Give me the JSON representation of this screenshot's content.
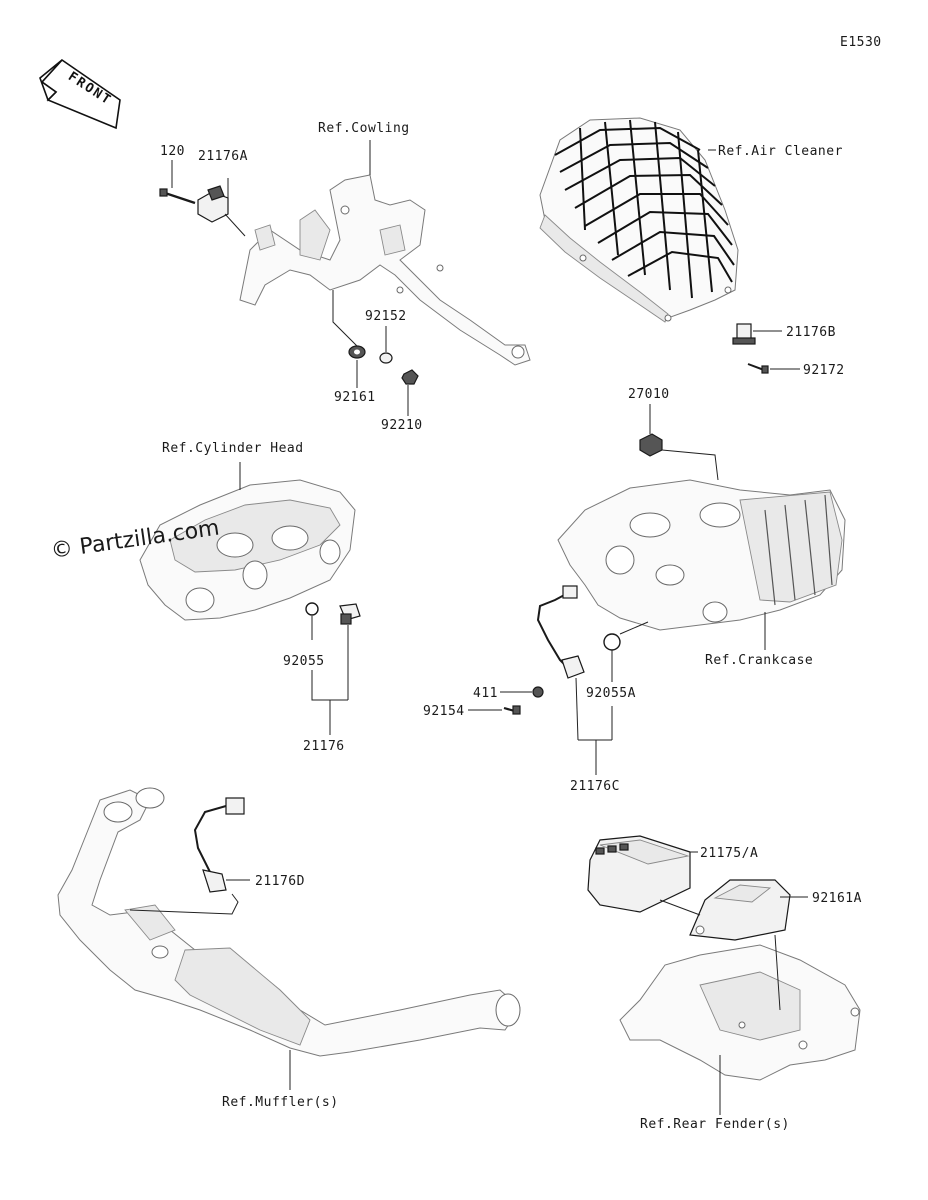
{
  "diagram_code": "E1530",
  "front_arrow_label": "FRONT",
  "watermark": "© Partzilla.com",
  "references": {
    "cowling": "Ref.Cowling",
    "air_cleaner": "Ref.Air Cleaner",
    "cylinder_head": "Ref.Cylinder Head",
    "crankcase": "Ref.Crankcase",
    "mufflers": "Ref.Muffler(s)",
    "rear_fenders": "Ref.Rear Fender(s)"
  },
  "parts": {
    "p120": "120",
    "p21176A": "21176A",
    "p92152": "92152",
    "p92161": "92161",
    "p92210": "92210",
    "p21176B": "21176B",
    "p92172": "92172",
    "p27010": "27010",
    "p92055": "92055",
    "p21176": "21176",
    "p411": "411",
    "p92154": "92154",
    "p92055A": "92055A",
    "p21176C": "21176C",
    "p21176D": "21176D",
    "p21175A": "21175/A",
    "p92161A": "92161A"
  }
}
